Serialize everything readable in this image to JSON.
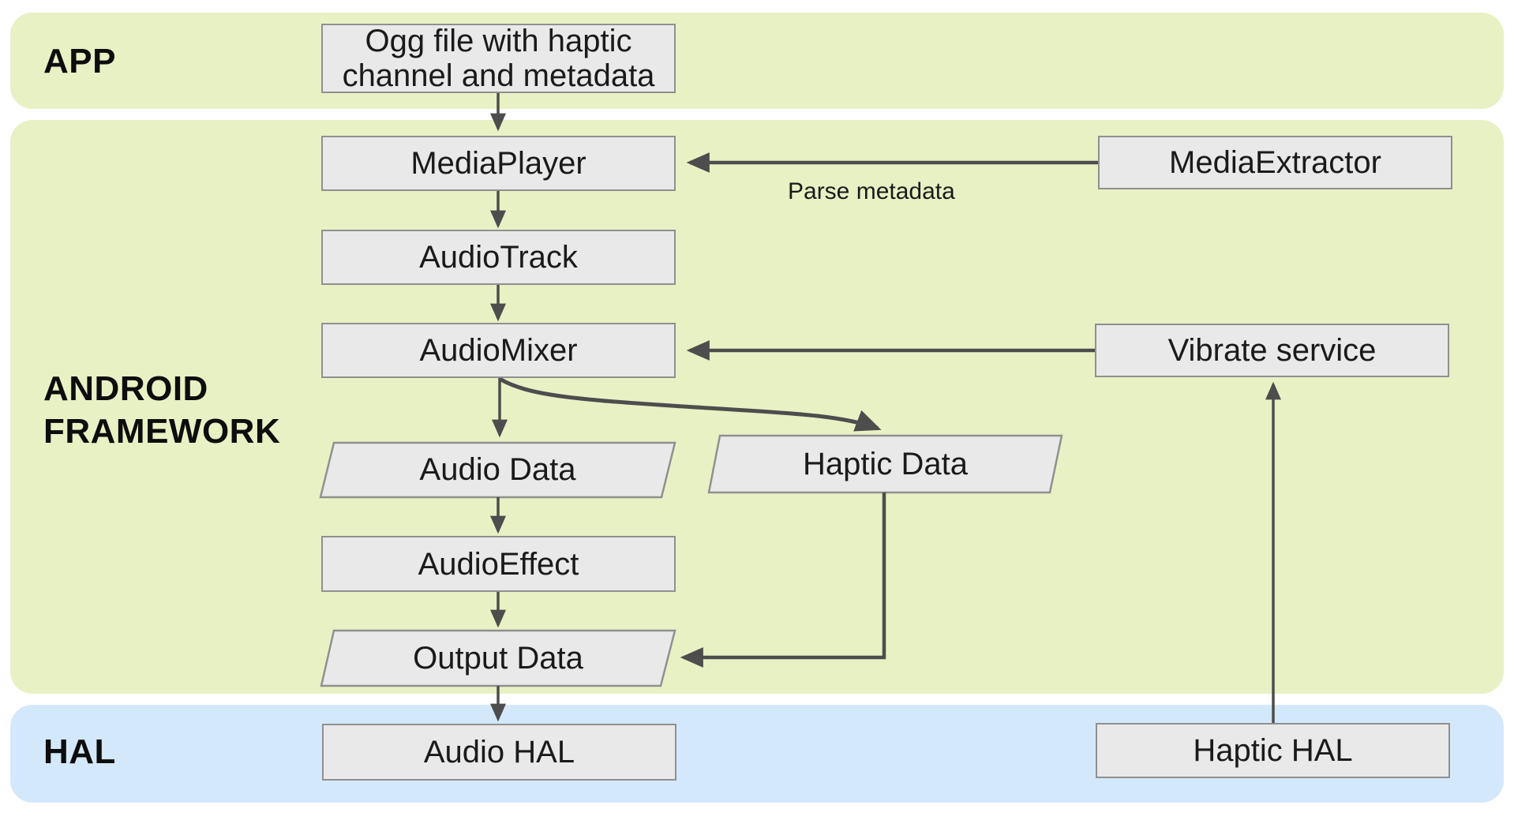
{
  "bands": {
    "app": {
      "label": "APP"
    },
    "framework": {
      "label": "ANDROID FRAMEWORK"
    },
    "hal": {
      "label": "HAL"
    }
  },
  "nodes": {
    "ogg_file": {
      "label": "Ogg file with haptic channel and metadata",
      "shape": "rectangle",
      "band": "app"
    },
    "media_player": {
      "label": "MediaPlayer",
      "shape": "rectangle",
      "band": "framework"
    },
    "audio_track": {
      "label": "AudioTrack",
      "shape": "rectangle",
      "band": "framework"
    },
    "audio_mixer": {
      "label": "AudioMixer",
      "shape": "rectangle",
      "band": "framework"
    },
    "audio_data": {
      "label": "Audio Data",
      "shape": "parallelogram",
      "band": "framework"
    },
    "haptic_data": {
      "label": "Haptic Data",
      "shape": "parallelogram",
      "band": "framework"
    },
    "audio_effect": {
      "label": "AudioEffect",
      "shape": "rectangle",
      "band": "framework"
    },
    "output_data": {
      "label": "Output Data",
      "shape": "parallelogram",
      "band": "framework"
    },
    "media_extractor": {
      "label": "MediaExtractor",
      "shape": "rectangle",
      "band": "framework"
    },
    "vibrate_service": {
      "label": "Vibrate service",
      "shape": "rectangle",
      "band": "framework"
    },
    "audio_hal": {
      "label": "Audio HAL",
      "shape": "rectangle",
      "band": "hal"
    },
    "haptic_hal": {
      "label": "Haptic HAL",
      "shape": "rectangle",
      "band": "hal"
    }
  },
  "edges": [
    {
      "from": "ogg_file",
      "to": "media_player",
      "label": ""
    },
    {
      "from": "media_extractor",
      "to": "media_player",
      "label": "Parse metadata"
    },
    {
      "from": "media_player",
      "to": "audio_track",
      "label": ""
    },
    {
      "from": "audio_track",
      "to": "audio_mixer",
      "label": ""
    },
    {
      "from": "vibrate_service",
      "to": "audio_mixer",
      "label": ""
    },
    {
      "from": "audio_mixer",
      "to": "audio_data",
      "label": ""
    },
    {
      "from": "audio_mixer",
      "to": "haptic_data",
      "label": ""
    },
    {
      "from": "audio_data",
      "to": "audio_effect",
      "label": ""
    },
    {
      "from": "audio_effect",
      "to": "output_data",
      "label": ""
    },
    {
      "from": "haptic_data",
      "to": "output_data",
      "label": ""
    },
    {
      "from": "output_data",
      "to": "audio_hal",
      "label": ""
    },
    {
      "from": "haptic_hal",
      "to": "vibrate_service",
      "label": ""
    }
  ],
  "edge_labels": {
    "parse_metadata": "Parse metadata"
  },
  "colors": {
    "band_green": "#e8f1c4",
    "band_blue": "#d4e8fb",
    "node_fill": "#e9e9e9",
    "node_border": "#909090",
    "arrow": "#4d4d4d"
  }
}
